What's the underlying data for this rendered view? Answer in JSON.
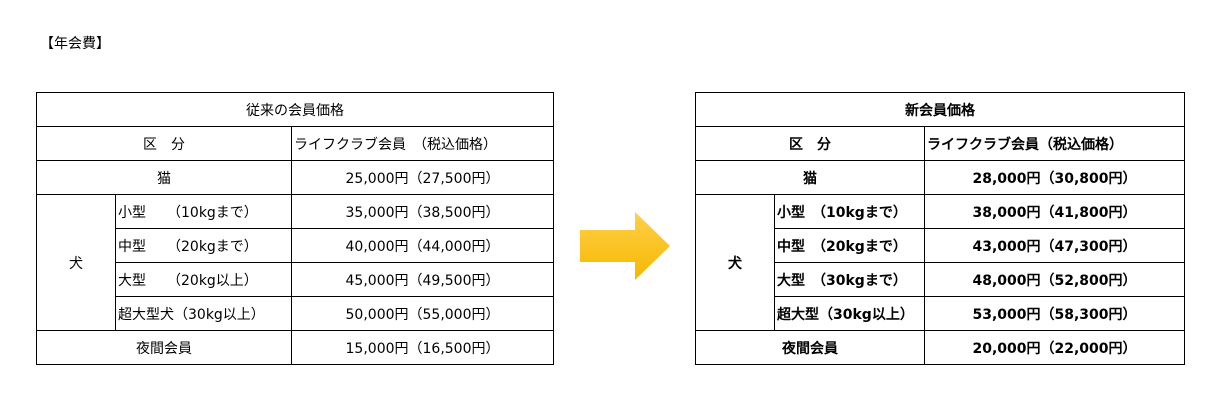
{
  "heading": "【年会費】",
  "old": {
    "title": "従来の会員価格",
    "col_kubun": "区　分",
    "col_price": "ライフクラブ会員　（税込価格）",
    "cat": {
      "label": "猫",
      "price": "25,000円（27,500円）"
    },
    "dog_label": "犬",
    "dogs": [
      {
        "label": "小型　　（10kgまで）",
        "price": "35,000円（38,500円）"
      },
      {
        "label": "中型　　（20kgまで）",
        "price": "40,000円（44,000円）"
      },
      {
        "label": "大型　　（20kg以上）",
        "price": "45,000円（49,500円）"
      },
      {
        "label": "超大型犬（30kg以上）",
        "price": "50,000円（55,000円）"
      }
    ],
    "night": {
      "label": "夜間会員",
      "price": "15,000円（16,500円）"
    }
  },
  "new": {
    "title": "新会員価格",
    "col_kubun": "区　分",
    "col_price": "ライフクラブ会員（税込価格）",
    "cat": {
      "label": "猫",
      "price": "28,000円（30,800円）"
    },
    "dog_label": "犬",
    "dogs": [
      {
        "label": "小型　（10kgまで）",
        "price": "38,000円（41,800円）"
      },
      {
        "label": "中型　（20kgまで）",
        "price": "43,000円（47,300円）"
      },
      {
        "label": "大型　（30kgまで）",
        "price": "48,000円（52,800円）"
      },
      {
        "label": "超大型（30kg以上）",
        "price": "53,000円（58,300円）"
      }
    ],
    "night": {
      "label": "夜間会員",
      "price": "20,000円（22,000円）"
    }
  },
  "colors": {
    "arrow": "#F5B800",
    "arrow_light": "#FFD04A"
  },
  "icons": {
    "arrow": "right-arrow-icon"
  }
}
